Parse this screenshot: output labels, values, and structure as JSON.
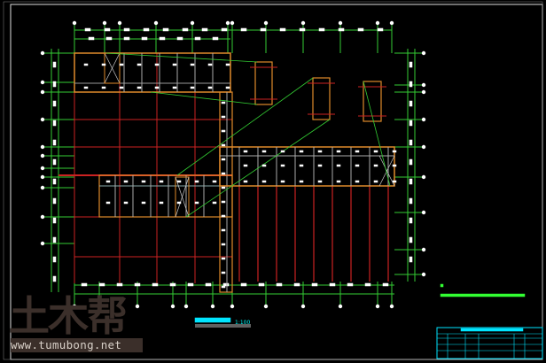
{
  "drawing": {
    "scale_label": "1:100",
    "colors": {
      "background": "#000000",
      "frame": "#e0e0e0",
      "axis": "#33cc33",
      "beam": "#cc2222",
      "wall": "#e08a2a",
      "column": "#ffffff",
      "title": "#00e5ff",
      "notes": "#33ff33"
    }
  },
  "watermark": {
    "logo": "土木帮",
    "url": "www.tumubong.net"
  }
}
